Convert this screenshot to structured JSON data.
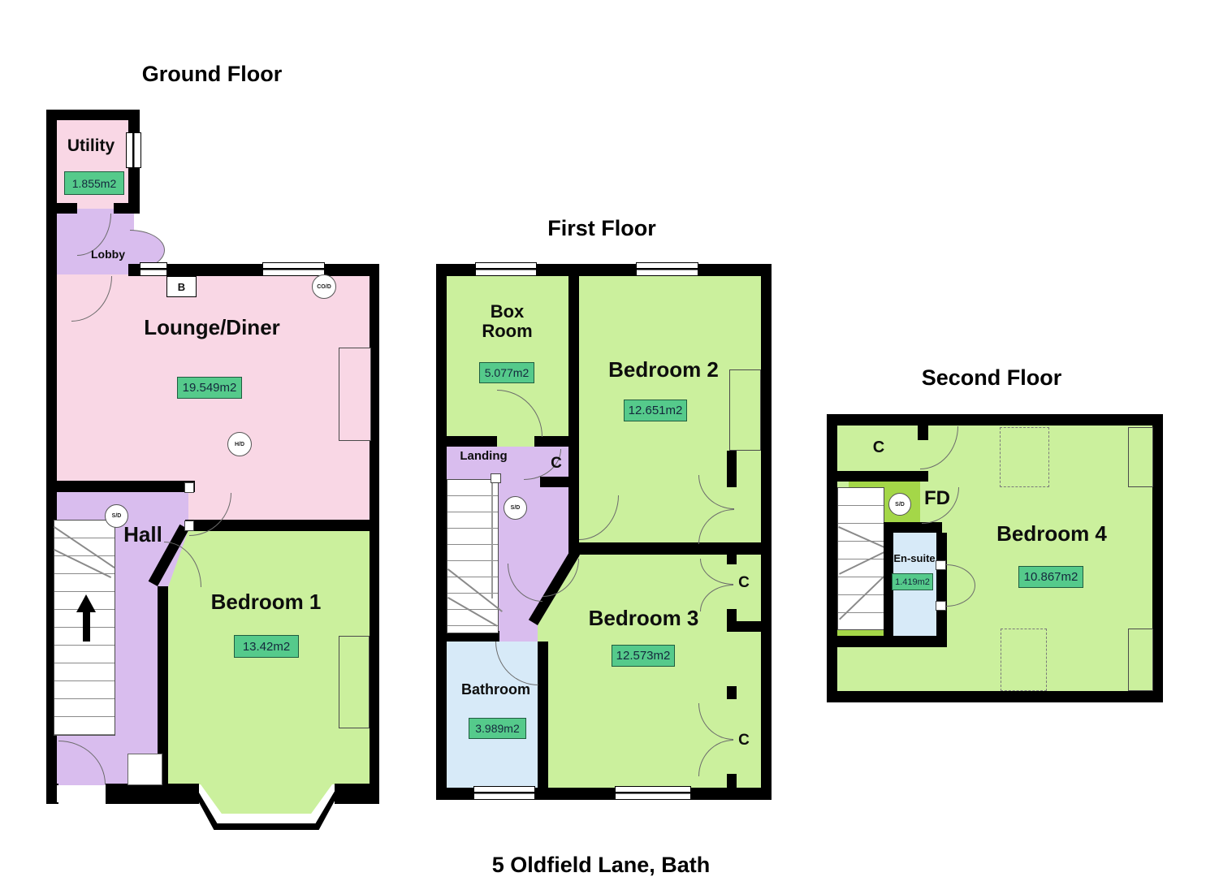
{
  "address": "5 Oldfield Lane, Bath",
  "palette": {
    "wall": "#000000",
    "room_pink": "#f9d7e5",
    "room_purple": "#d9bdee",
    "room_green": "#cbf09d",
    "room_lime": "#a4d748",
    "room_blue": "#d7eaf8",
    "area_badge_green": "#55ca8b"
  },
  "ground_floor": {
    "title": "Ground Floor",
    "utility": {
      "label": "Utility",
      "area": "1.855m2"
    },
    "lobby": {
      "label": "Lobby"
    },
    "lounge": {
      "label": "Lounge/Diner",
      "area": "19.549m2"
    },
    "hall": {
      "label": "Hall"
    },
    "bedroom1": {
      "label": "Bedroom 1",
      "area": "13.42m2"
    },
    "markers": {
      "boiler": "B",
      "co_detector": "CO/D",
      "heat_detector": "H/D",
      "smoke_detector": "S/D"
    }
  },
  "first_floor": {
    "title": "First Floor",
    "box_room": {
      "label": "Box Room",
      "area": "5.077m2"
    },
    "bedroom2": {
      "label": "Bedroom 2",
      "area": "12.651m2"
    },
    "landing": {
      "label": "Landing"
    },
    "bedroom3": {
      "label": "Bedroom 3",
      "area": "12.573m2"
    },
    "bathroom": {
      "label": "Bathroom",
      "area": "3.989m2"
    },
    "closet1": "C",
    "closet2": "C",
    "closet3": "C",
    "markers": {
      "smoke_detector": "S/D"
    }
  },
  "second_floor": {
    "title": "Second Floor",
    "bedroom4": {
      "label": "Bedroom 4",
      "area": "10.867m2"
    },
    "ensuite": {
      "label": "En-suite",
      "area": "1.419m2"
    },
    "closet": "C",
    "fire_door": "FD",
    "markers": {
      "smoke_detector": "S/D"
    }
  }
}
